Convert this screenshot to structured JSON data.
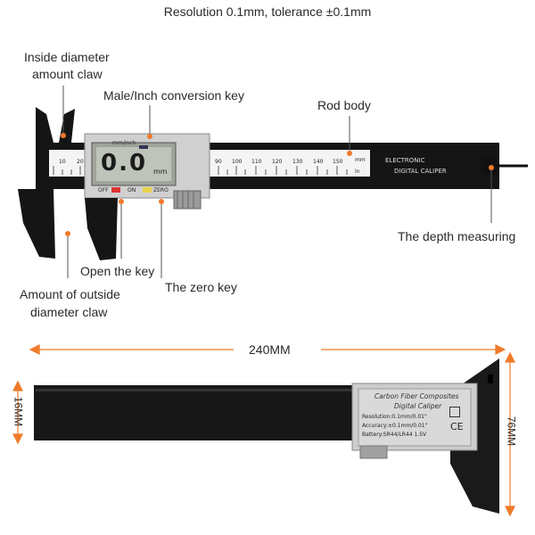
{
  "header": {
    "resolution": "Resolution 0.1mm, tolerance ±0.1mm"
  },
  "labels": {
    "inside_claw_line1": "Inside diameter",
    "inside_claw_line2": "amount claw",
    "conversion_key": "Male/Inch conversion key",
    "rod_body": "Rod body",
    "depth_measuring": "The depth measuring",
    "open_key": "Open the key",
    "zero_key": "The zero key",
    "outside_claw_line1": "Amount of outside",
    "outside_claw_line2": "diameter claw"
  },
  "caliper_top": {
    "lcd_reading": "0.0",
    "lcd_unit": "mm",
    "unit_label": "mm/inch",
    "btn_off": "OFF",
    "btn_on": "ON",
    "btn_zero": "ZERO",
    "brand_line1": "ELECTRONIC",
    "brand_line2": "DIGITAL CALIPER",
    "scale_mm": "mm",
    "scale_in": "in",
    "scale_numbers": [
      "10",
      "20",
      "90",
      "100",
      "110",
      "120",
      "130",
      "140",
      "150"
    ]
  },
  "dimensions": {
    "length": "240MM",
    "thickness": "16MM",
    "height": "76MM"
  },
  "caliper_bottom": {
    "title_line1": "Carbon Fiber Composites",
    "title_line2": "Digital Caliper",
    "spec_resolution": "Resolution:0.1mm/0.01\"",
    "spec_accuracy": "Accuracy:±0.1mm/0.01\"",
    "spec_battery": "Battery:SR44/LR44 1.5V",
    "ce_mark": "CE"
  },
  "colors": {
    "accent_marker": "#f07a2a",
    "caliper_body": "#1c1c1c",
    "silver": "#c9c9c9",
    "lcd": "#b9bdb5"
  }
}
